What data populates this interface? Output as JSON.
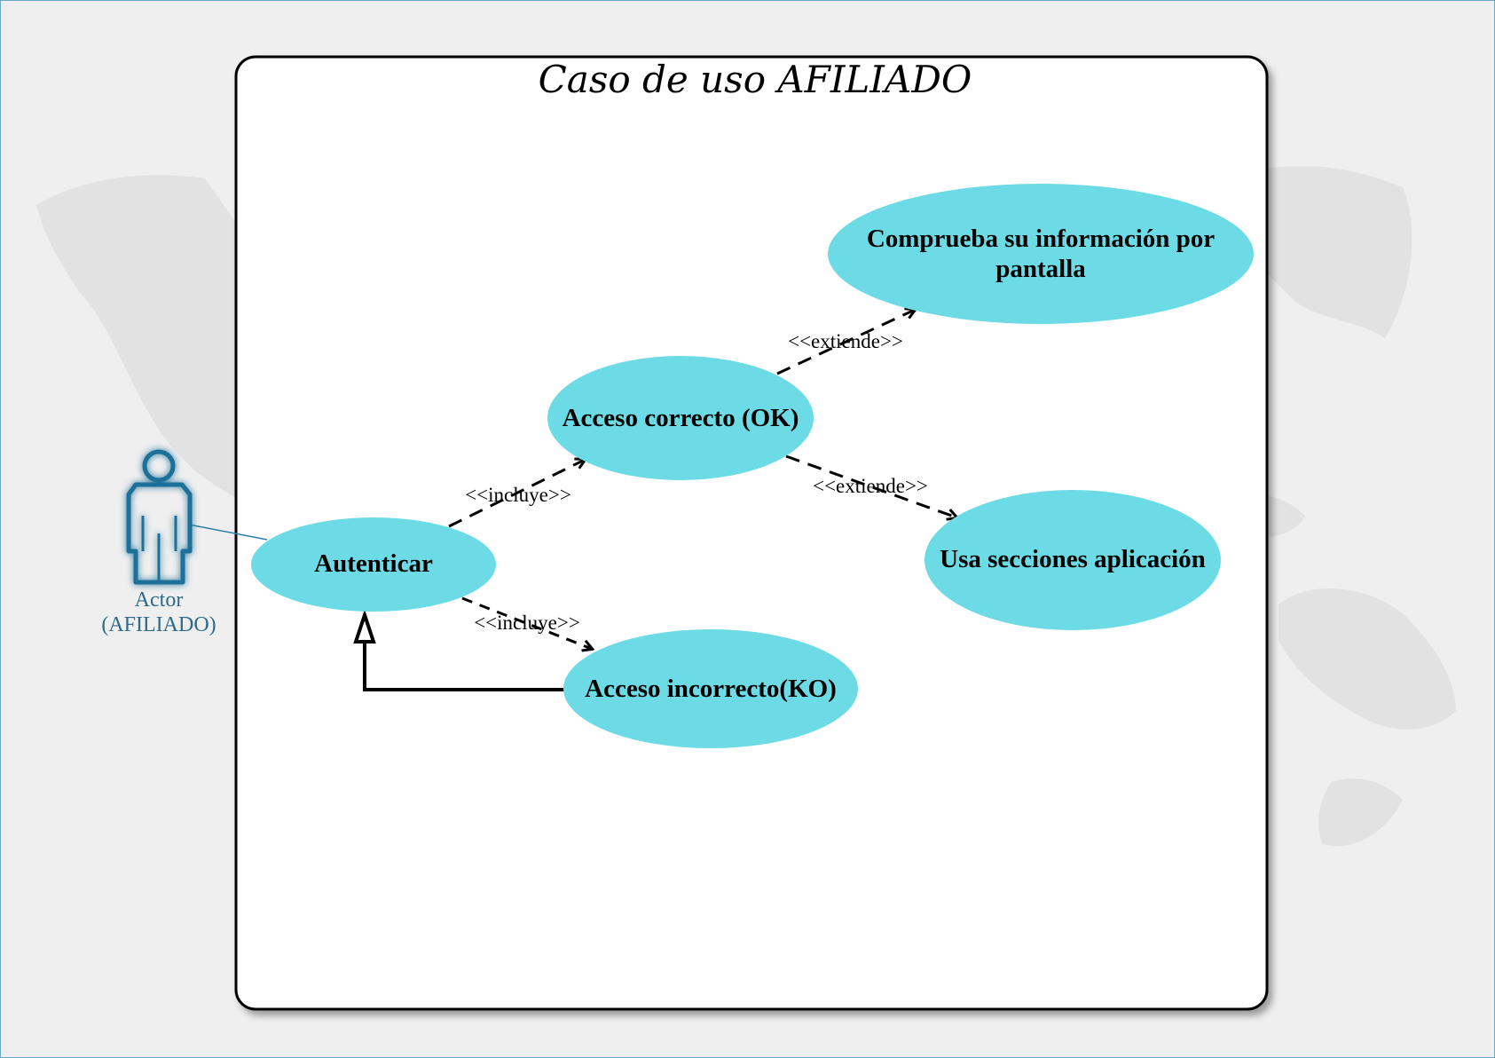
{
  "diagram": {
    "title": "Caso de uso AFILIADO",
    "actor": {
      "line1": "Actor",
      "line2": "(AFILIADO)"
    },
    "use_cases": {
      "autenticar": "Autenticar",
      "acceso_ok": "Acceso correcto (OK)",
      "acceso_ko": "Acceso incorrecto(KO)",
      "comprueba_line1": "Comprueba su información por",
      "comprueba_line2": "pantalla",
      "usa_secciones": "Usa secciones aplicación"
    },
    "relations": {
      "incluye_ok": "<<incluye>>",
      "incluye_ko": "<<incluye>>",
      "extiende_comprueba": "<<extiende>>",
      "extiende_usa": "<<extiende>>"
    }
  },
  "colors": {
    "use_case_fill": "#6cdbe5",
    "actor_stroke": "#1a6f9a",
    "actor_glow": "#8fd4ea",
    "background": "#efefef",
    "boundary_fill": "#ffffff"
  }
}
